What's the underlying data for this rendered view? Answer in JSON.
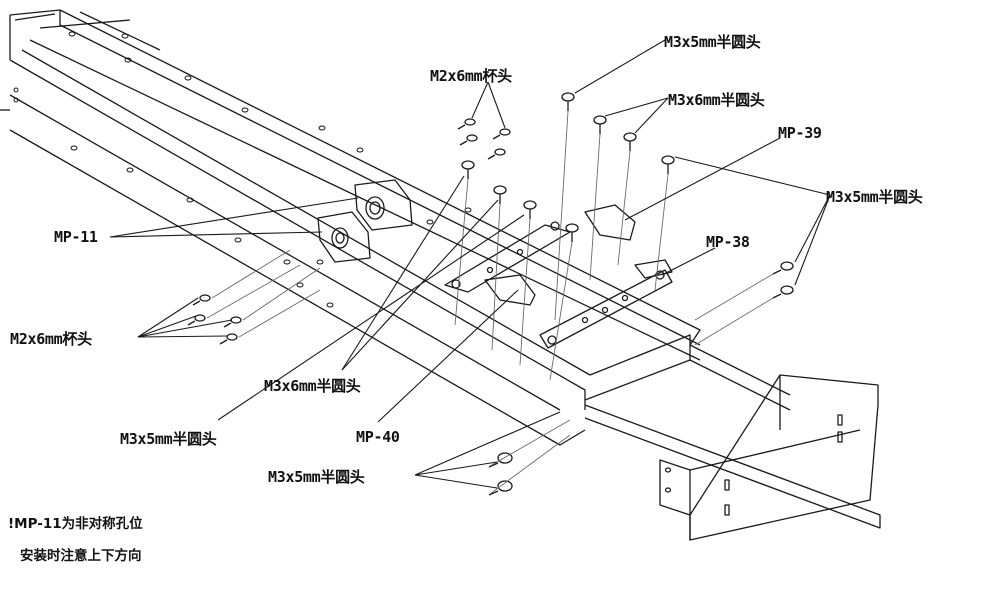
{
  "labels": {
    "m3x5_top": "M3x5mm半圆头",
    "m2x6_top": "M2x6mm杯头",
    "m3x6_top": "M3x6mm半圆头",
    "mp39": "MP-39",
    "m3x5_right": "M3x5mm半圆头",
    "mp11": "MP-11",
    "mp38": "MP-38",
    "m2x6_left": "M2x6mm杯头",
    "m3x6_mid": "M3x6mm半圆头",
    "m3x5_mid": "M3x5mm半圆头",
    "mp40": "MP-40",
    "m3x5_bottom": "M3x5mm半圆头"
  },
  "notes": {
    "line1": "!MP-11为非对称孔位",
    "line2": "安装时注意上下方向"
  },
  "colors": {
    "line": "#1a1a1a",
    "light": "#6a6a6a",
    "paper": "#ffffff"
  }
}
